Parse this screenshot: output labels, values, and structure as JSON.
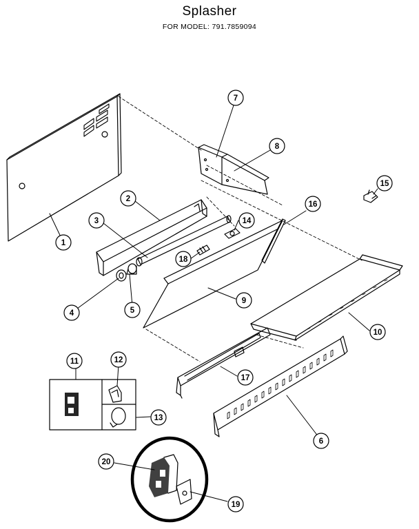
{
  "header": {
    "title": "Splasher",
    "subtitle": "FOR MODEL: 791.7859094"
  },
  "callouts": [
    {
      "id": "callout-1",
      "label": "1"
    },
    {
      "id": "callout-2",
      "label": "2"
    },
    {
      "id": "callout-3",
      "label": "3"
    },
    {
      "id": "callout-4",
      "label": "4"
    },
    {
      "id": "callout-5",
      "label": "5"
    },
    {
      "id": "callout-6",
      "label": "6"
    },
    {
      "id": "callout-7",
      "label": "7"
    },
    {
      "id": "callout-8",
      "label": "8"
    },
    {
      "id": "callout-9",
      "label": "9"
    },
    {
      "id": "callout-10",
      "label": "10"
    },
    {
      "id": "callout-11",
      "label": "11"
    },
    {
      "id": "callout-12",
      "label": "12"
    },
    {
      "id": "callout-13",
      "label": "13"
    },
    {
      "id": "callout-14",
      "label": "14"
    },
    {
      "id": "callout-15",
      "label": "15"
    },
    {
      "id": "callout-16",
      "label": "16"
    },
    {
      "id": "callout-17",
      "label": "17"
    },
    {
      "id": "callout-18",
      "label": "18"
    },
    {
      "id": "callout-19",
      "label": "19"
    },
    {
      "id": "callout-20",
      "label": "20"
    }
  ]
}
